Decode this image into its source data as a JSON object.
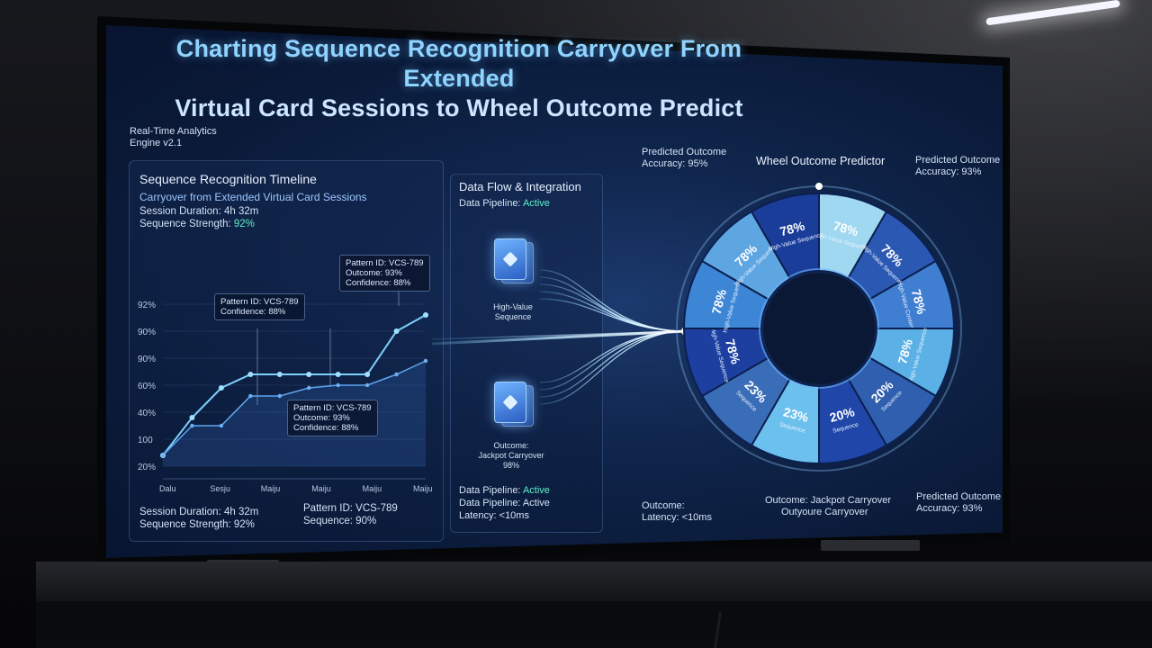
{
  "header": {
    "title_line1": "Charting Sequence Recognition Carryover From Extended",
    "title_line2": "Virtual Card Sessions to Wheel Outcome Predict",
    "engine_line1": "Real-Time Analytics",
    "engine_line2": "Engine v2.1"
  },
  "timeline": {
    "title": "Sequence Recognition Timeline",
    "subtitle": "Carryover from Extended Virtual Card Sessions",
    "duration": "Session Duration: 4h 32m",
    "strength_label": "Sequence Strength:",
    "strength_value": "92%",
    "y_ticks": [
      "92%",
      "90%",
      "90%",
      "60%",
      "40%",
      "100",
      "20%"
    ],
    "x_ticks": [
      "Dalu",
      "Sesju",
      "Maiju",
      "Maiju",
      "Maiju",
      "Maiju"
    ],
    "tag_top": [
      "Pattern ID: VCS-789",
      "Outcome: 93%",
      "Confidence: 88%"
    ],
    "tag_left": [
      "Pattern ID: VCS-789",
      "Confidence: 88%"
    ],
    "tag_mid": [
      "Pattern ID: VCS-789",
      "Outcome: 93%",
      "Confidence: 88%"
    ],
    "footer_duration": "Session Duration: 4h 32m",
    "footer_strength": "Sequence Strength: 92%",
    "footer_pattern": "Pattern ID: VCS-789",
    "footer_sequence": "Sequence: 90%"
  },
  "chart_data": {
    "type": "line",
    "ylim": [
      0,
      6
    ],
    "series": [
      {
        "values": [
          0.4,
          1.8,
          2.9,
          3.4,
          3.4,
          3.4,
          3.4,
          3.4,
          5.0,
          5.6
        ]
      },
      {
        "values": [
          0.4,
          1.5,
          1.5,
          2.6,
          2.6,
          2.9,
          3.0,
          3.0,
          3.4,
          3.9
        ]
      }
    ]
  },
  "dataflow": {
    "title": "Data Flow & Integration",
    "pipeline_label": "Data Pipeline:",
    "pipeline_value": "Active",
    "card1_line1": "High-Value",
    "card1_line2": "Sequence",
    "card2_line1": "Outcome:",
    "card2_line2": "Jackpot Carryover",
    "card2_line3": "98%",
    "footer_pipeline_label": "Data Pipeline:",
    "footer_pipeline_value": "Active",
    "footer_pipeline2": "Data Pipeline: Active",
    "footer_latency": "Latency: <10ms"
  },
  "wheel": {
    "title": "Wheel Outcome Predictor",
    "acc_left_1": "Predicted Outcome",
    "acc_left_2": "Accuracy: 95%",
    "acc_right_1": "Predicted Outcome",
    "acc_right_2": "Accuracy: 93%",
    "bottom_outcome_left_1": "Outcome:",
    "bottom_outcome_left_2": "Latency: <10ms",
    "bottom_center_1": "Outcome: Jackpot Carryover",
    "bottom_center_2": "Outyoure Carryover",
    "bottom_right_1": "Predicted Outcome",
    "bottom_right_2": "Accuracy: 93%",
    "segments": [
      {
        "value": "78%",
        "label": "High-Value Sequence",
        "color": "#9fd8f0"
      },
      {
        "value": "78%",
        "label": "High-Value Sequence",
        "color": "#2b58b3"
      },
      {
        "value": "78%",
        "label": "High-Value Content",
        "color": "#3f7ed0"
      },
      {
        "value": "78%",
        "label": "High-Value Sequence",
        "color": "#5bb0e6"
      },
      {
        "value": "20%",
        "label": "Sequence",
        "color": "#2f5fae"
      },
      {
        "value": "20%",
        "label": "Sequence",
        "color": "#1f46a8"
      },
      {
        "value": "23%",
        "label": "Sequence",
        "color": "#6cc0ee"
      },
      {
        "value": "23%",
        "label": "Sequence",
        "color": "#3a6db8"
      },
      {
        "value": "78%",
        "label": "High-Value Sequence",
        "color": "#1d40a0"
      },
      {
        "value": "78%",
        "label": "High-Value Sequence",
        "color": "#3d86d6"
      },
      {
        "value": "78%",
        "label": "High-Value Sequence",
        "color": "#5ea6e2"
      },
      {
        "value": "78%",
        "label": "High-Value Sequence",
        "color": "#1b3d9a"
      }
    ]
  }
}
